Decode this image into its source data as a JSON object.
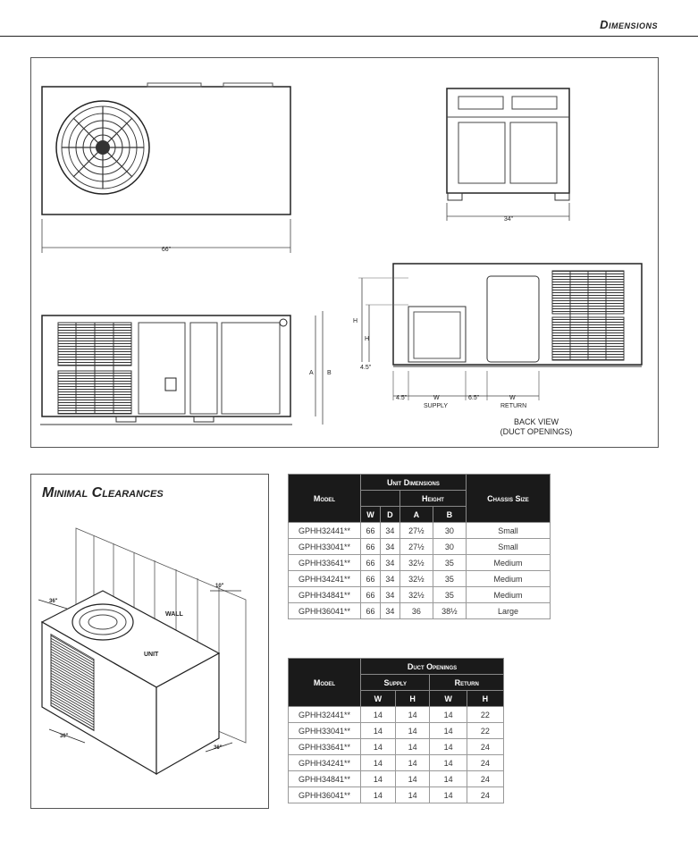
{
  "header": {
    "title": "Dimensions"
  },
  "drawings": {
    "dim_66": "66\"",
    "dim_34": "34\"",
    "dim_A": "A",
    "dim_B": "B",
    "dim_H1": "H",
    "dim_H2": "H",
    "dim_45a": "4.5\"",
    "dim_45b": "4.5\"",
    "dim_W1": "W",
    "dim_65": "6.5\"",
    "dim_W2": "W",
    "supply": "SUPPLY",
    "return": "RETURN",
    "back_view": "BACK  VIEW",
    "duct_openings": "(DUCT OPENINGS)"
  },
  "clearances": {
    "title": "Minimal Clearances",
    "wall": "WALL",
    "unit": "UNIT",
    "c1": "36\"",
    "c2": "10\"",
    "c3": "36\"",
    "c4": "36\""
  },
  "unit_table": {
    "headers": {
      "model": "Model",
      "group": "Unit Dimensions",
      "height": "Height",
      "chassis": "Chassis Size",
      "w": "W",
      "d": "D",
      "a": "A",
      "b": "B"
    },
    "rows": [
      {
        "model": "GPHH32441**",
        "w": "66",
        "d": "34",
        "a": "27½",
        "b": "30",
        "size": "Small"
      },
      {
        "model": "GPHH33041**",
        "w": "66",
        "d": "34",
        "a": "27½",
        "b": "30",
        "size": "Small"
      },
      {
        "model": "GPHH33641**",
        "w": "66",
        "d": "34",
        "a": "32½",
        "b": "35",
        "size": "Medium"
      },
      {
        "model": "GPHH34241**",
        "w": "66",
        "d": "34",
        "a": "32½",
        "b": "35",
        "size": "Medium"
      },
      {
        "model": "GPHH34841**",
        "w": "66",
        "d": "34",
        "a": "32½",
        "b": "35",
        "size": "Medium"
      },
      {
        "model": "GPHH36041**",
        "w": "66",
        "d": "34",
        "a": "36",
        "b": "38½",
        "size": "Large"
      }
    ]
  },
  "duct_table": {
    "headers": {
      "model": "Model",
      "group": "Duct Openings",
      "supply": "Supply",
      "return": "Return",
      "w1": "W",
      "h1": "H",
      "w2": "W",
      "h2": "H"
    },
    "rows": [
      {
        "model": "GPHH32441**",
        "sw": "14",
        "sh": "14",
        "rw": "14",
        "rh": "22"
      },
      {
        "model": "GPHH33041**",
        "sw": "14",
        "sh": "14",
        "rw": "14",
        "rh": "22"
      },
      {
        "model": "GPHH33641**",
        "sw": "14",
        "sh": "14",
        "rw": "14",
        "rh": "24"
      },
      {
        "model": "GPHH34241**",
        "sw": "14",
        "sh": "14",
        "rw": "14",
        "rh": "24"
      },
      {
        "model": "GPHH34841**",
        "sw": "14",
        "sh": "14",
        "rw": "14",
        "rh": "24"
      },
      {
        "model": "GPHH36041**",
        "sw": "14",
        "sh": "14",
        "rw": "14",
        "rh": "24"
      }
    ]
  }
}
